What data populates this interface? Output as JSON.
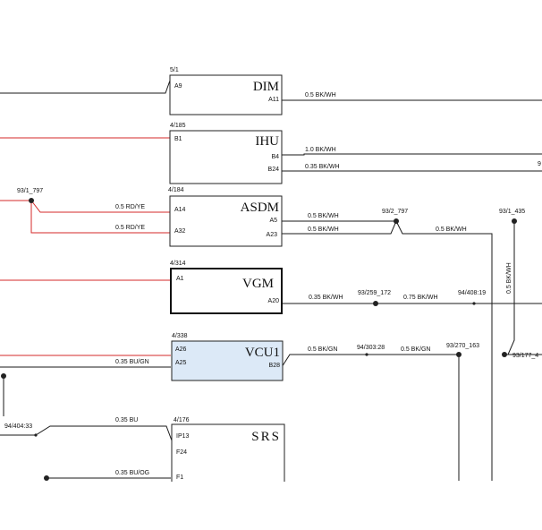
{
  "colors": {
    "wire_red": "#d42a2a",
    "wire_black": "#1a1a1a",
    "box_border": "#222222",
    "vcu_fill": "#dce9f7",
    "background": "#ffffff"
  },
  "modules": {
    "dim": {
      "name": "DIM",
      "ref": "5/1",
      "pin_left": "A9",
      "pin_right": "A11"
    },
    "ihu": {
      "name": "IHU",
      "ref": "4/185",
      "pin_left": "B1",
      "pin_right_1": "B4",
      "pin_right_2": "B24"
    },
    "asdm": {
      "name": "ASDM",
      "ref": "4/184",
      "pin_left_1": "A14",
      "pin_left_2": "A32",
      "pin_right_1": "A5",
      "pin_right_2": "A23"
    },
    "vgm": {
      "name": "VGM",
      "ref": "4/314",
      "pin_left": "A1",
      "pin_right": "A20"
    },
    "vcu1": {
      "name": "VCU1",
      "ref": "4/338",
      "pin_left_1": "A26",
      "pin_left_2": "A25",
      "pin_right": "B28"
    },
    "srs": {
      "name": "SRS",
      "ref": "4/176",
      "pin_1": "IP13",
      "pin_2": "F24",
      "pin_3": "F1"
    }
  },
  "wire_labels": {
    "dim_a11": "0.5 BK/WH",
    "ihu_b4": "1.0 BK/WH",
    "ihu_b24": "0.35 BK/WH",
    "ihu_b4_cont": "9",
    "asdm_a14": "0.5 RD/YE",
    "asdm_a32": "0.5 RD/YE",
    "asdm_a5": "0.5 BK/WH",
    "asdm_a23": "0.5 BK/WH",
    "asdm_join": "0.5 BK/WH",
    "vertical": "0.5 BK/WH",
    "vgm_a20": "0.35 BK/WH",
    "vgm_cont": "0.75 BK/WH",
    "vcu_b28": "0.5 BK/GN",
    "vcu_cont": "0.5 BK/GN",
    "vcu_a25": "0.35 BU/GN",
    "srs_ip13": "0.35 BU",
    "srs_f1": "0.35 BU/OG"
  },
  "nodes": {
    "n1": "93/1_797",
    "n2": "93/2_797",
    "n3": "93/1_435",
    "n4": "93/259_172",
    "n5": "94/408:19",
    "n6": "94/303:28",
    "n7": "93/270_163",
    "n8": "93/177_4",
    "n9": "94/404:33"
  }
}
